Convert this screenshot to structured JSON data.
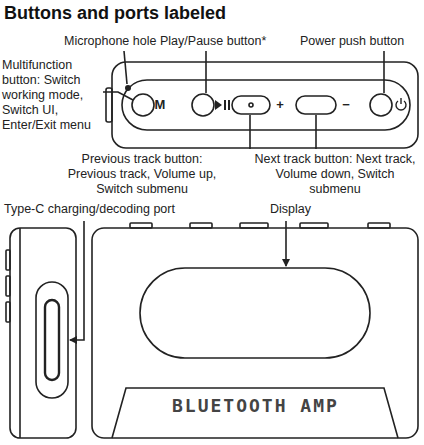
{
  "diagram": {
    "title": "Buttons and ports labeled",
    "labels": [
      "Microphone hole",
      "Play/Pause button*",
      "Power push button",
      "Multifunction button: Switch working mode, Switch UI, Enter/Exit menu",
      "Previous track button: Previous track, Volume up, Switch submenu",
      "Next track button: Next track, Volume down, Switch submenu",
      "Type-C charging/decoding port",
      "Display",
      "M",
      "+",
      "−",
      "BLUETOOTH AMP"
    ]
  }
}
